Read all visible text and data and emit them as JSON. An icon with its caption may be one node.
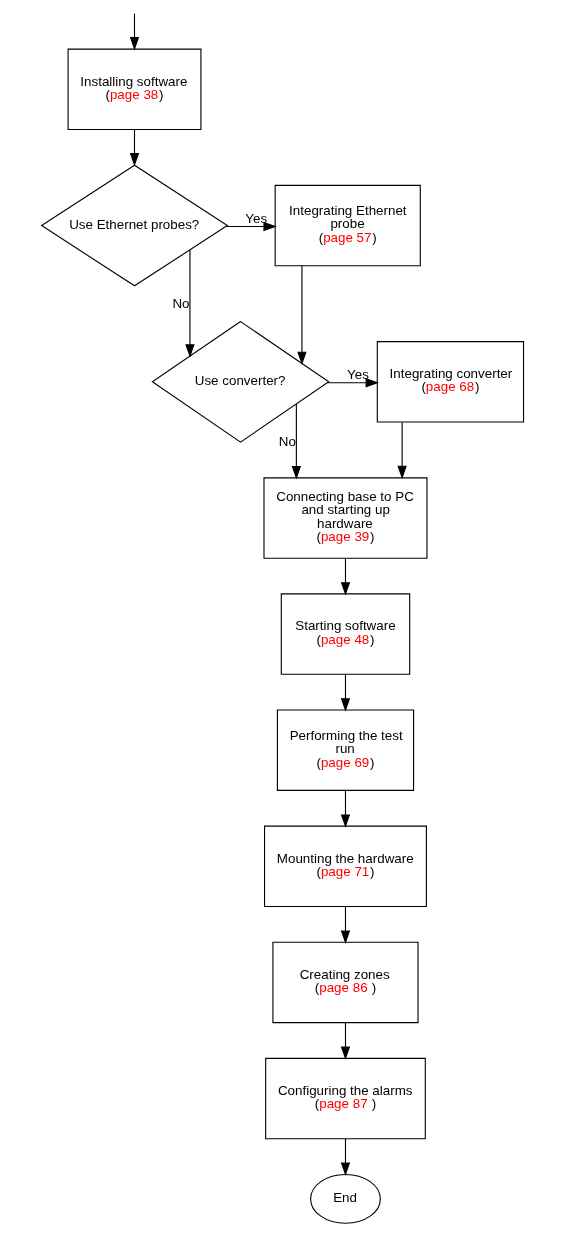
{
  "diagram": {
    "nodes": [
      {
        "text": [
          "Installing software",
          "(page 38)"
        ]
      },
      {
        "text": [
          "Use Ethernet probes?"
        ]
      },
      {
        "text": [
          "Integrating Ethernet probe",
          "(page 57)"
        ]
      },
      {
        "text": [
          "Use converter?"
        ]
      },
      {
        "text": [
          "Integrating converter",
          "(page 68)"
        ]
      },
      {
        "text": [
          "Connecting base to PC and starting up hardware",
          "(page 39)"
        ]
      },
      {
        "text": [
          "Starting software",
          "(page 48)"
        ]
      },
      {
        "text": [
          "Performing the test run",
          "(page 69)"
        ]
      },
      {
        "text": [
          "Mounting the hardware",
          "(page 71)"
        ]
      },
      {
        "text": [
          "Creating zones",
          "(page 86 )"
        ]
      },
      {
        "text": [
          "Configuring the alarms",
          "(page 87 )"
        ]
      },
      {
        "text": [
          "End"
        ]
      }
    ],
    "edges": [
      {
        "from": null,
        "to": 0,
        "arrow": "to"
      },
      {
        "from": 0,
        "to": 1,
        "arrow": "to"
      },
      {
        "from": 1,
        "to": 2,
        "arrow": "to",
        "label": "Yes"
      },
      {
        "from": 1,
        "to": 3,
        "arrow": "to",
        "label": "No"
      },
      {
        "from": 2,
        "to": 3,
        "arrow": "to"
      },
      {
        "from": 3,
        "to": 4,
        "arrow": "to",
        "label": "Yes"
      },
      {
        "from": 3,
        "to": 5,
        "arrow": "to",
        "label": "No"
      },
      {
        "from": 4,
        "to": 5,
        "arrow": "to"
      },
      {
        "from": 5,
        "to": 6,
        "arrow": "to"
      },
      {
        "from": 6,
        "to": 7,
        "arrow": "to"
      },
      {
        "from": 7,
        "to": 8,
        "arrow": "to"
      },
      {
        "from": 8,
        "to": 9,
        "arrow": "to"
      },
      {
        "from": 9,
        "to": 10,
        "arrow": "to"
      },
      {
        "from": 10,
        "to": 11,
        "arrow": "to"
      }
    ]
  }
}
